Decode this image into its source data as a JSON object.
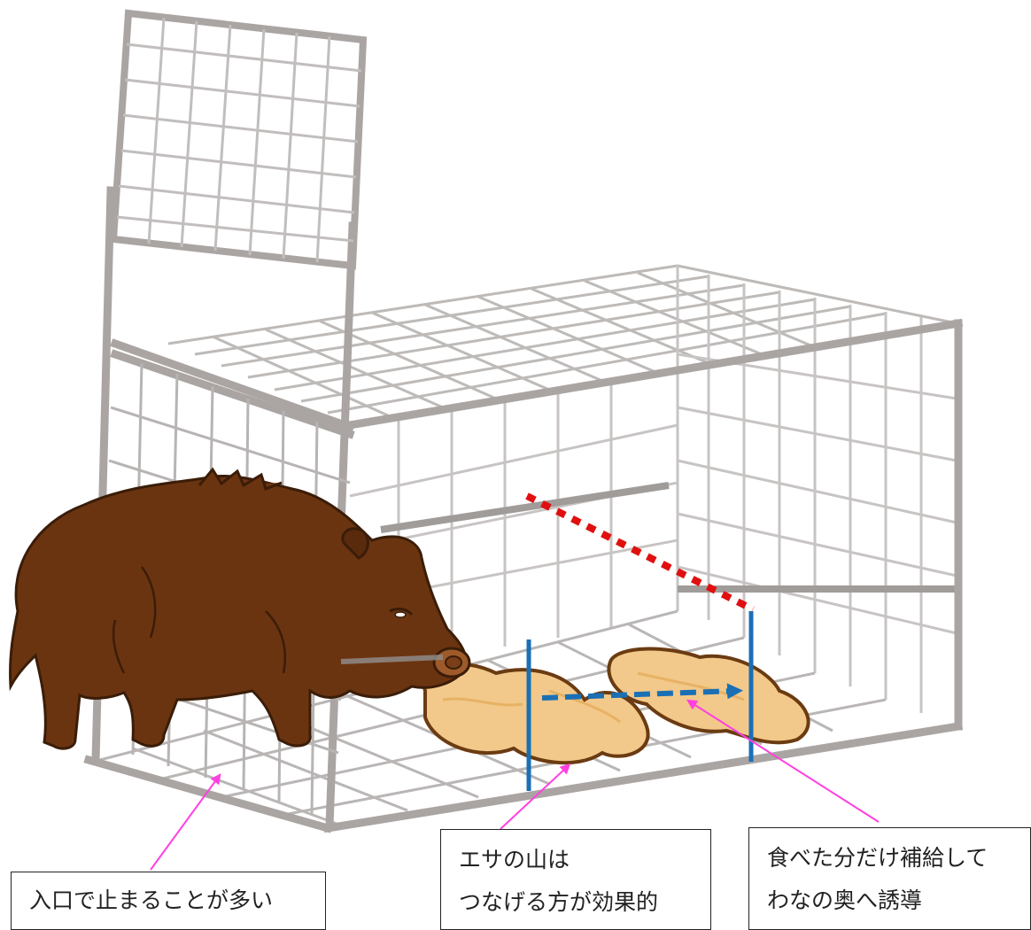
{
  "callouts": {
    "entrance": {
      "line1": "入口で止まることが多い"
    },
    "bait_pile": {
      "line1": "エサの山は",
      "line2": "つなげる方が効果的"
    },
    "refill": {
      "line1": "食べた分だけ補給して",
      "line2": "わなの奥へ誘導"
    }
  },
  "colors": {
    "cage_frame": "#aaa5a3",
    "cage_mesh": "#b9b6b5",
    "boar_body": "#6b3410",
    "boar_outline": "#3a1d08",
    "bait": "#f2c98a",
    "bait_outline": "#6b3b12",
    "marker_line": "#1a6fb5",
    "guide_arrow": "#1a6fb5",
    "dotted_line": "#e01010",
    "leader_line": "#ff40e0"
  },
  "icons": [
    "wild-boar",
    "box-trap-cage",
    "bait-pile",
    "dashed-arrow",
    "leader-arrow"
  ]
}
